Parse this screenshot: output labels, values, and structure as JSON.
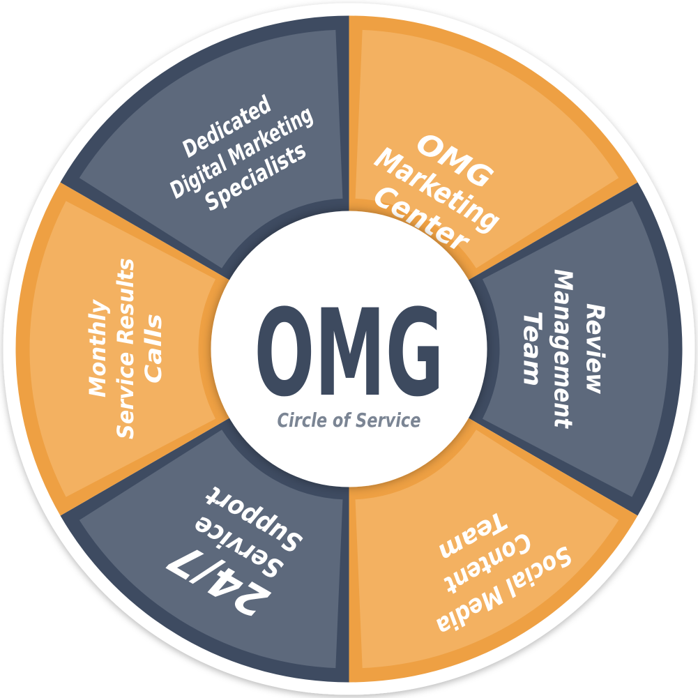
{
  "center": {
    "title": "OMG",
    "subtitle": "Circle of Service"
  },
  "colors": {
    "dark_border": "#3e4b61",
    "dark_fill": "#5d697c",
    "orange_border": "#eea043",
    "orange_fill": "#f3b161",
    "center_fill": "#ffffff",
    "title": "#3d4a5f",
    "subtitle": "#7b8594"
  },
  "segments": [
    {
      "id": "omg-marketing-center",
      "name": "segment-omg-marketing-center",
      "style": "orange",
      "lines": [
        "OMG",
        "Marketing",
        "Center"
      ]
    },
    {
      "id": "review-management-team",
      "name": "segment-review-management-team",
      "style": "dark",
      "lines": [
        "Review",
        "Management",
        "Team"
      ]
    },
    {
      "id": "social-media-content-team",
      "name": "segment-social-media-content-team",
      "style": "orange",
      "lines": [
        "Social Media",
        "Content",
        "Team"
      ]
    },
    {
      "id": "service-support",
      "name": "segment-service-support",
      "style": "dark",
      "lines": [
        "24/7",
        "Service",
        "Support"
      ]
    },
    {
      "id": "monthly-service-results-calls",
      "name": "segment-monthly-service-results-calls",
      "style": "orange",
      "lines": [
        "Monthly",
        "Service Results",
        "Calls"
      ]
    },
    {
      "id": "dedicated-digital-marketing-specialists",
      "name": "segment-dedicated-digital-marketing-specialists",
      "style": "dark",
      "lines": [
        "Dedicated",
        "Digital Marketing",
        "Specialists"
      ]
    }
  ]
}
